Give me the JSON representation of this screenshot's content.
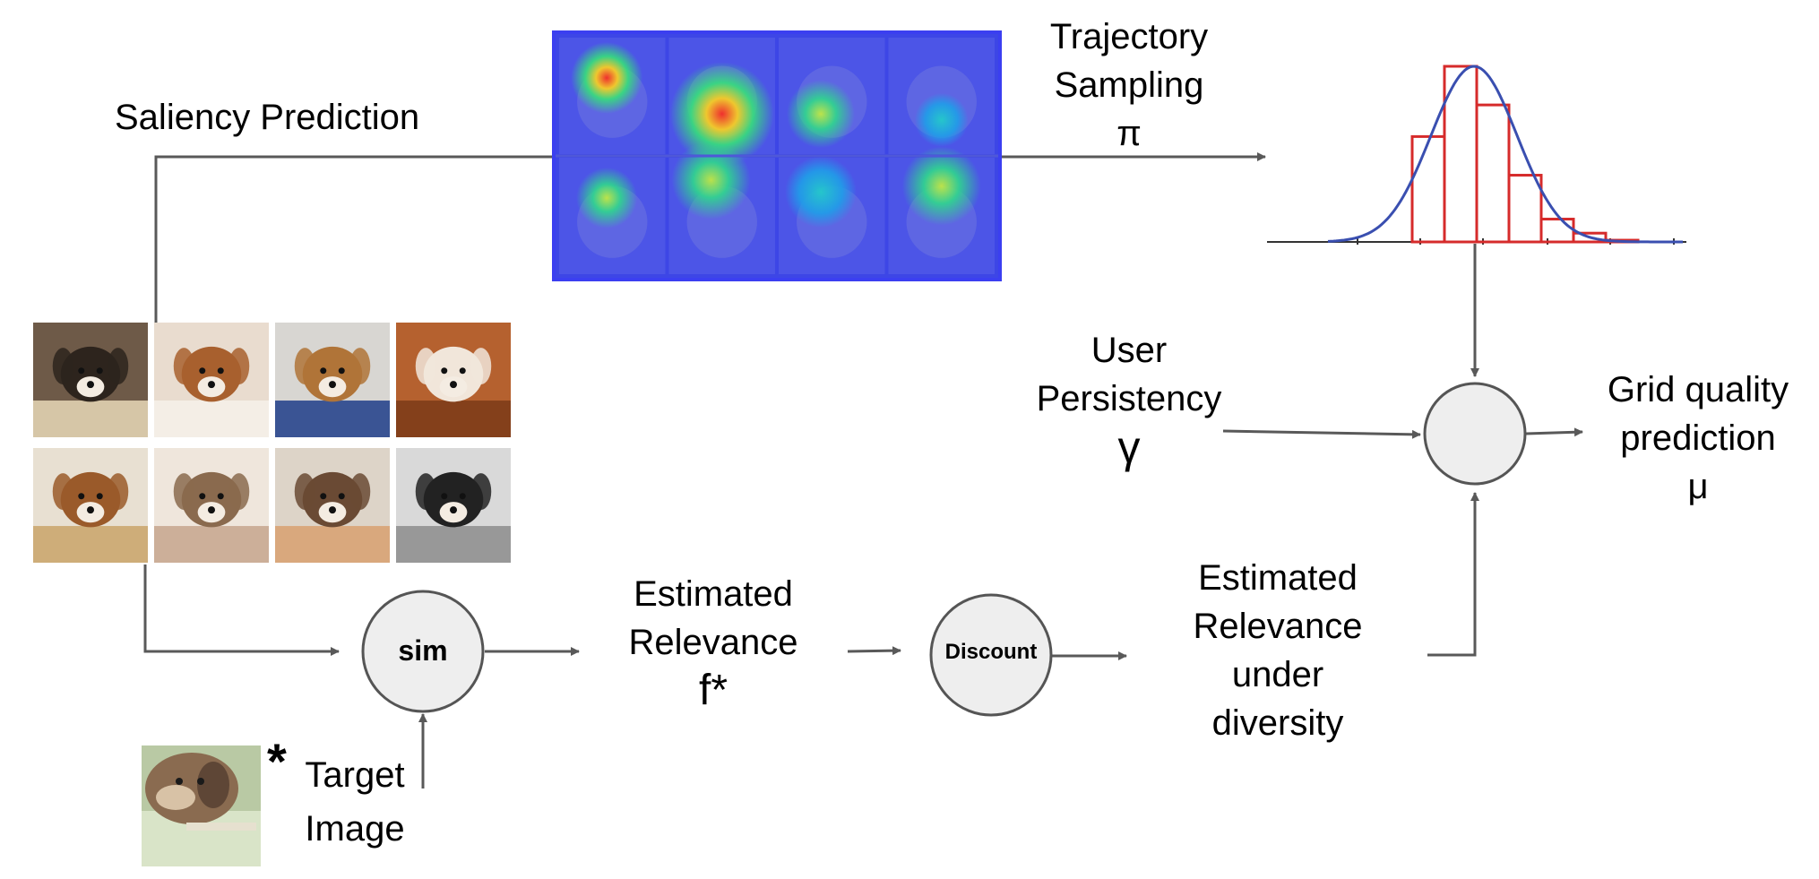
{
  "labels": {
    "saliency_prediction": "Saliency Prediction",
    "trajectory_line1": "Trajectory",
    "trajectory_line2": "Sampling",
    "trajectory_symbol": "π",
    "user_line1": "User",
    "user_line2": "Persistency",
    "user_symbol": "γ",
    "grid_line1": "Grid quality",
    "grid_line2": "prediction",
    "grid_symbol": "μ",
    "est_rel_line1": "Estimated",
    "est_rel_line2": "Relevance",
    "est_rel_symbol": "f*",
    "est_div_line1": "Estimated",
    "est_div_line2": "Relevance",
    "est_div_line3": "under",
    "est_div_line4": "diversity",
    "target_star": "*",
    "target_line1": "Target",
    "target_line2": "Image"
  },
  "nodes": {
    "sim": "sim",
    "discount": "Discount",
    "combine": ""
  },
  "image_grid": {
    "tiles": [
      {
        "name": "puppy-image-1",
        "bg": "#6e5a48",
        "fg": "#2d241d",
        "accent": "#e9d9b8"
      },
      {
        "name": "puppy-image-2",
        "bg": "#e9dccf",
        "fg": "#a8602e",
        "accent": "#f6f1ea"
      },
      {
        "name": "puppy-image-3",
        "bg": "#d8d6d2",
        "fg": "#b07438",
        "accent": "#1f3d8a"
      },
      {
        "name": "puppy-image-4",
        "bg": "#b5612f",
        "fg": "#f1e6da",
        "accent": "#7b3b18"
      },
      {
        "name": "puppy-image-5",
        "bg": "#e8e0d2",
        "fg": "#9a5a2a",
        "accent": "#c9a36a"
      },
      {
        "name": "puppy-image-6",
        "bg": "#efe6dc",
        "fg": "#8a6a4e",
        "accent": "#c6a58d"
      },
      {
        "name": "puppy-image-7",
        "bg": "#ddd4c8",
        "fg": "#6a4a34",
        "accent": "#d8a070"
      },
      {
        "name": "puppy-image-8",
        "bg": "#d9d9d9",
        "fg": "#222222",
        "accent": "#8c8c8c"
      }
    ]
  },
  "saliency_panel": {
    "border_color": "#3b3ff0",
    "overlay_color": "#3d46e6"
  },
  "distribution": {
    "curve_color": "#3a4fb0",
    "bar_color": "#d62b2b",
    "bins": [
      0.0,
      0.0,
      0.6,
      1.0,
      0.78,
      0.38,
      0.13,
      0.05,
      0.01,
      0.0
    ]
  },
  "colors": {
    "arrow": "#595959",
    "node_fill": "#eeeeee",
    "node_stroke": "#555555"
  }
}
